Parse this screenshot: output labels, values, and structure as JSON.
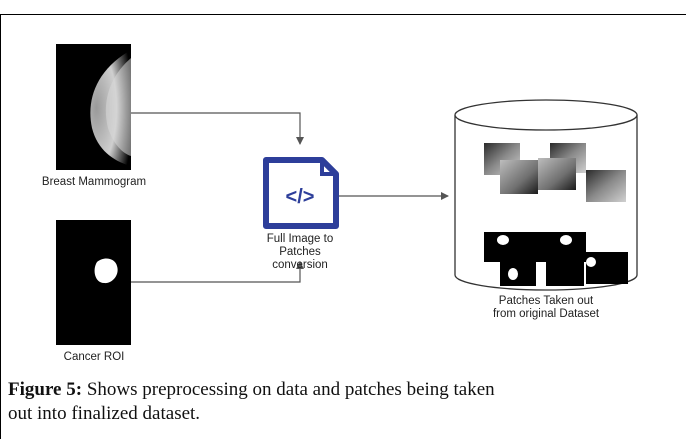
{
  "labels": {
    "mammogram": "Breast Mammogram",
    "roi": "Cancer ROI",
    "converter_line1": "Full Image to",
    "converter_line2": "Patches",
    "converter_line3": "conversion",
    "dataset_line1": "Patches Taken out",
    "dataset_line2": "from original Dataset"
  },
  "converter_icon": {
    "name": "code-file-icon",
    "glyph": "</>",
    "color": "#2d3e9a"
  },
  "caption": {
    "label": "Figure 5:",
    "text": " Shows preprocessing on data and patches being taken",
    "text_line2": "out into finalized dataset."
  },
  "colors": {
    "connector": "#555555",
    "icon_blue": "#2d3e9a",
    "cylinder_stroke": "#333333"
  }
}
